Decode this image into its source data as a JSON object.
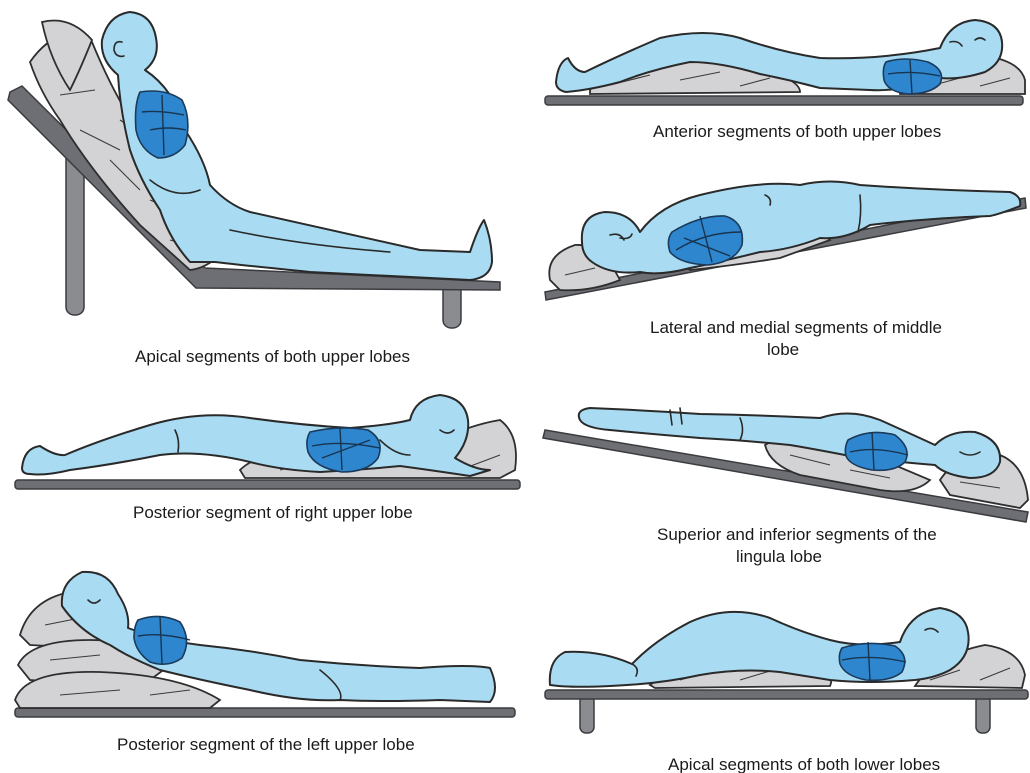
{
  "figure": {
    "panels": [
      {
        "id": "apical-upper",
        "caption": "Apical segments of both upper lobes"
      },
      {
        "id": "anterior-upper",
        "caption": "Anterior segments of both upper lobes"
      },
      {
        "id": "lateral-medial-middle",
        "caption_line1": "Lateral and medial segments of middle",
        "caption_line2": "lobe"
      },
      {
        "id": "posterior-right-upper",
        "caption": "Posterior segment of right upper lobe"
      },
      {
        "id": "lingula",
        "caption_line1": "Superior and inferior segments of the",
        "caption_line2": "lingula lobe"
      },
      {
        "id": "posterior-left-upper",
        "caption": "Posterior segment of the left upper lobe"
      },
      {
        "id": "apical-lower",
        "caption": "Apical segments of both lower lobes"
      }
    ]
  },
  "colors": {
    "skin": "#a9dcf2",
    "lung": "#2e86cf",
    "board": "#6d6f74",
    "pillow": "#d3d3d6",
    "text": "#1a1a1a"
  }
}
